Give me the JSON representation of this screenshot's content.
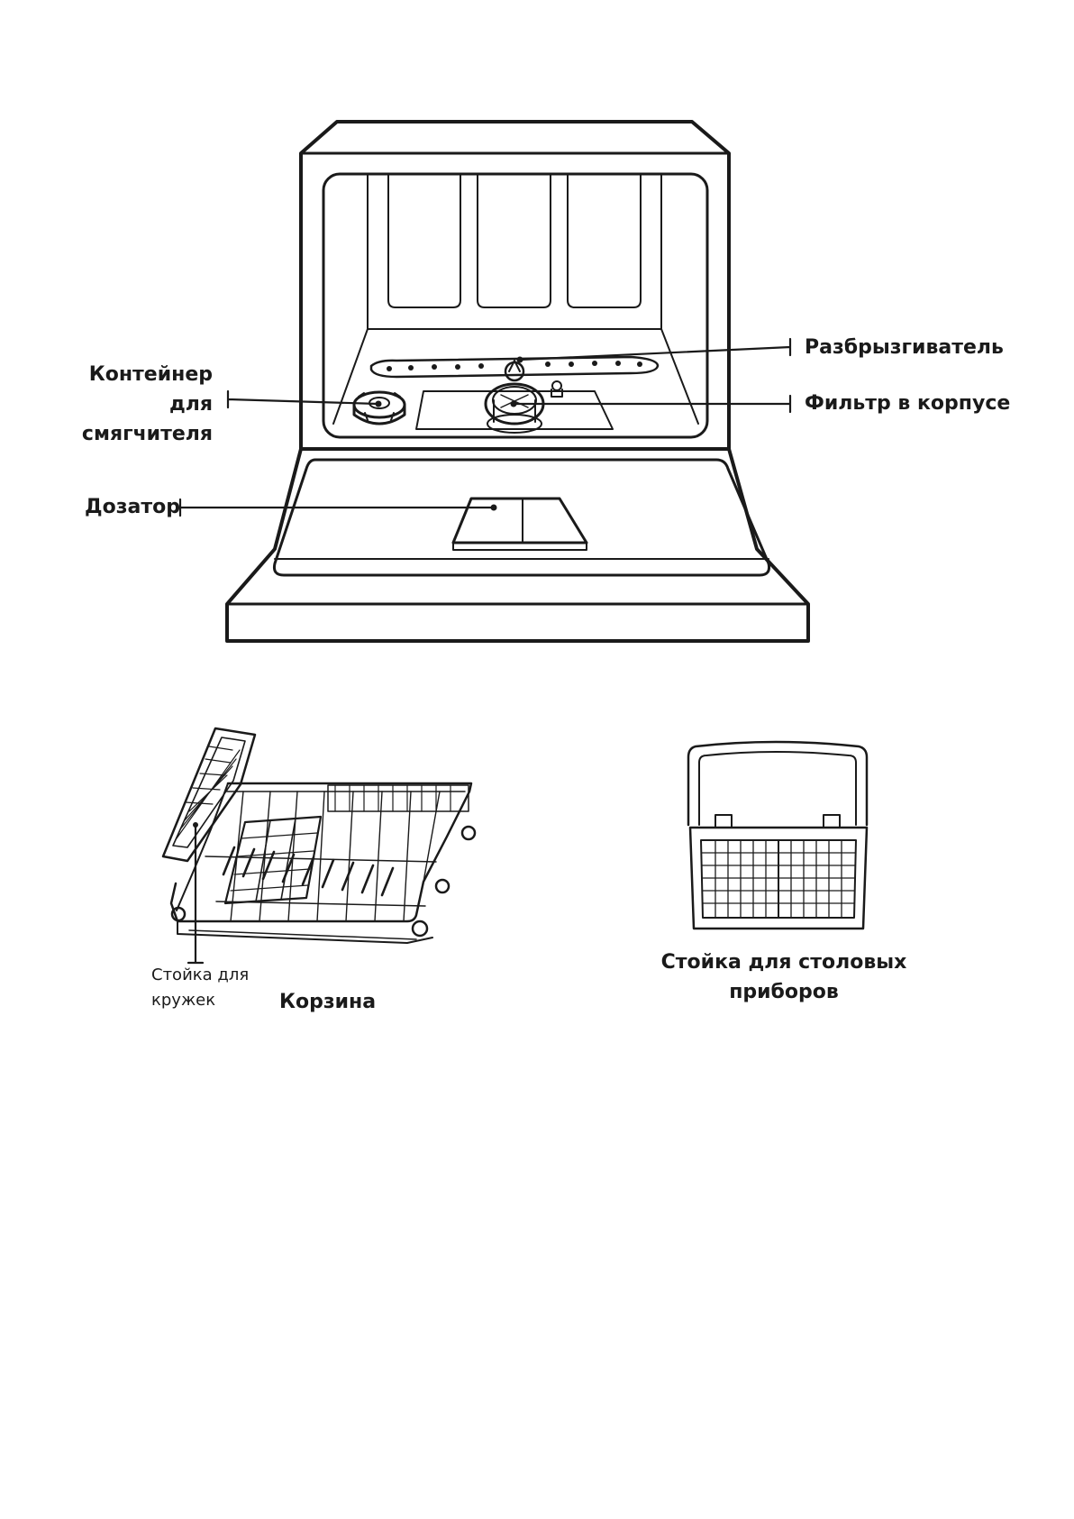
{
  "dishwasher": {
    "spray_arm_label": "Разбрызгиватель",
    "filter_label": "Фильтр в корпусе",
    "softener_label_lines": [
      "Контейнер",
      "для",
      "смягчителя"
    ],
    "dispenser_label": "Дозатор"
  },
  "accessories": {
    "cup_rack_label_lines": [
      "Стойка для",
      "кружек"
    ],
    "basket_label": "Корзина",
    "cutlery_rack_label_lines": [
      "Стойка для столовых",
      "приборов"
    ]
  }
}
